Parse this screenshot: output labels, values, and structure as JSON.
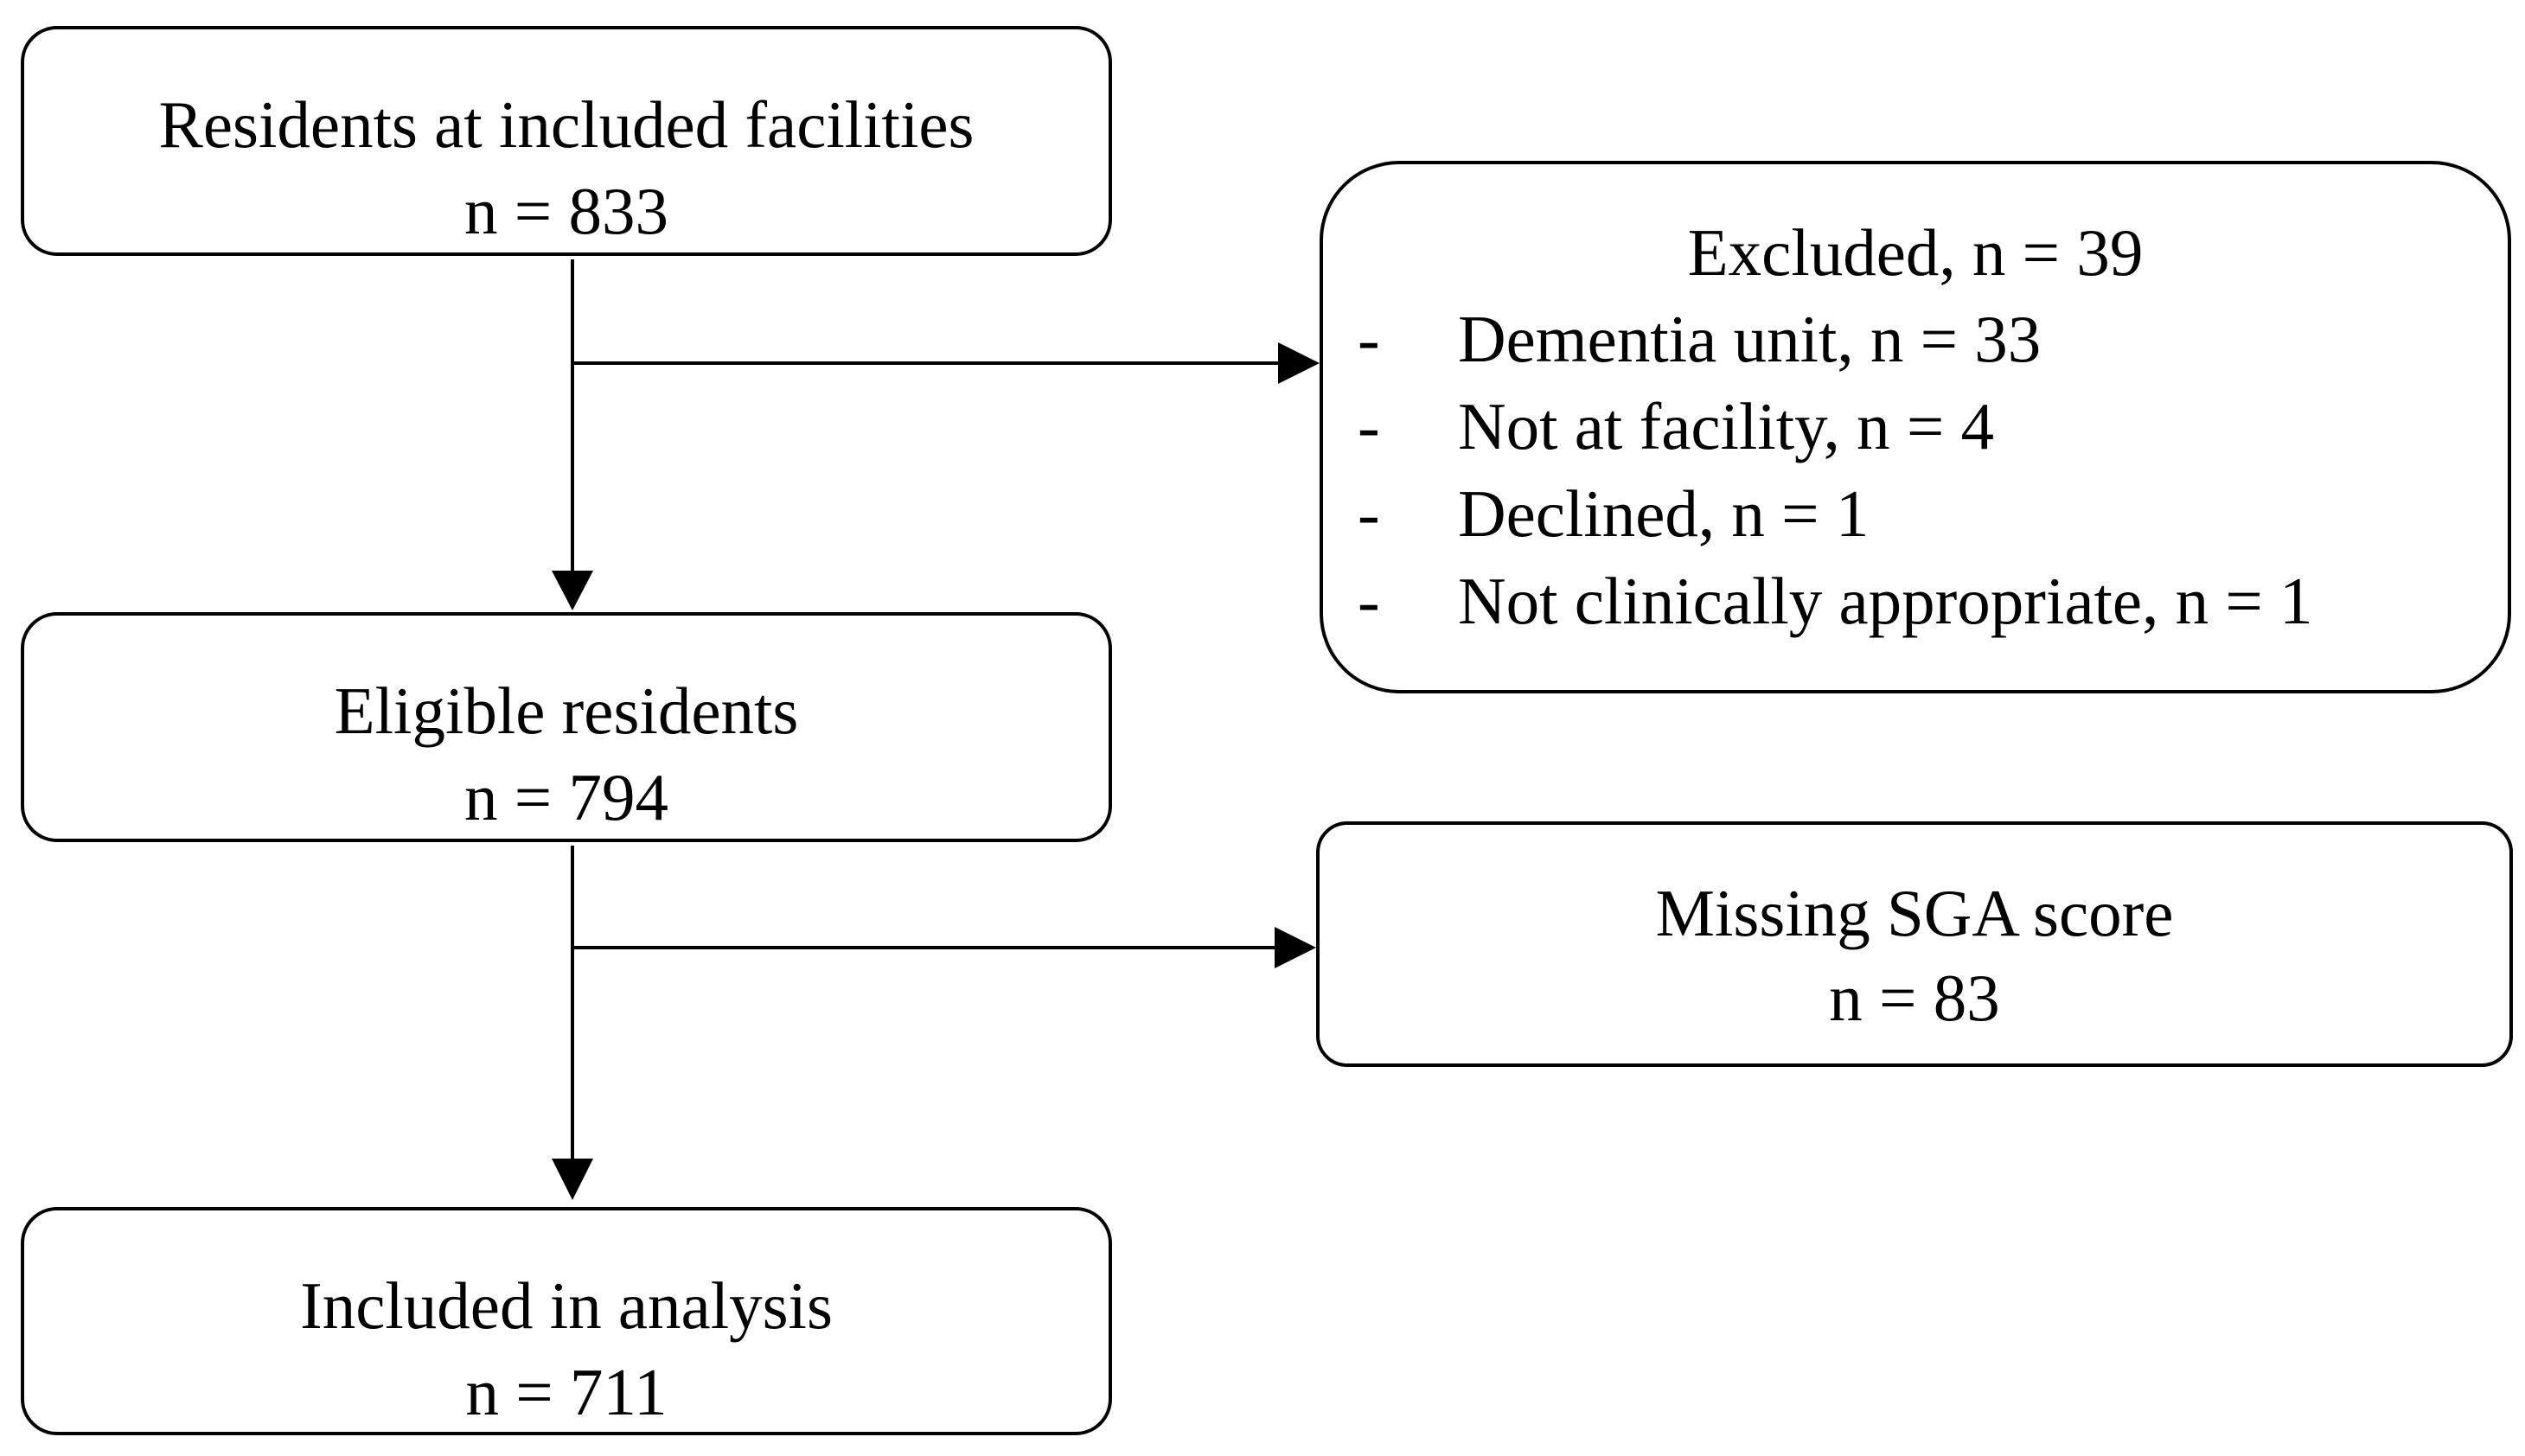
{
  "flowchart": {
    "residents": {
      "title": "Residents at included facilities",
      "count": "n = 833"
    },
    "excluded": {
      "title": "Excluded, n = 39",
      "reasons": [
        {
          "bullet": "-",
          "text": "Dementia unit, n = 33"
        },
        {
          "bullet": "-",
          "text": "Not at facility, n = 4"
        },
        {
          "bullet": "-",
          "text": "Declined, n = 1"
        },
        {
          "bullet": "-",
          "text": "Not clinically appropriate, n = 1"
        }
      ]
    },
    "eligible": {
      "title": "Eligible residents",
      "count": "n = 794"
    },
    "missing": {
      "title": "Missing SGA score",
      "count": "n = 83"
    },
    "included": {
      "title": "Included in analysis",
      "count": "n = 711"
    }
  }
}
